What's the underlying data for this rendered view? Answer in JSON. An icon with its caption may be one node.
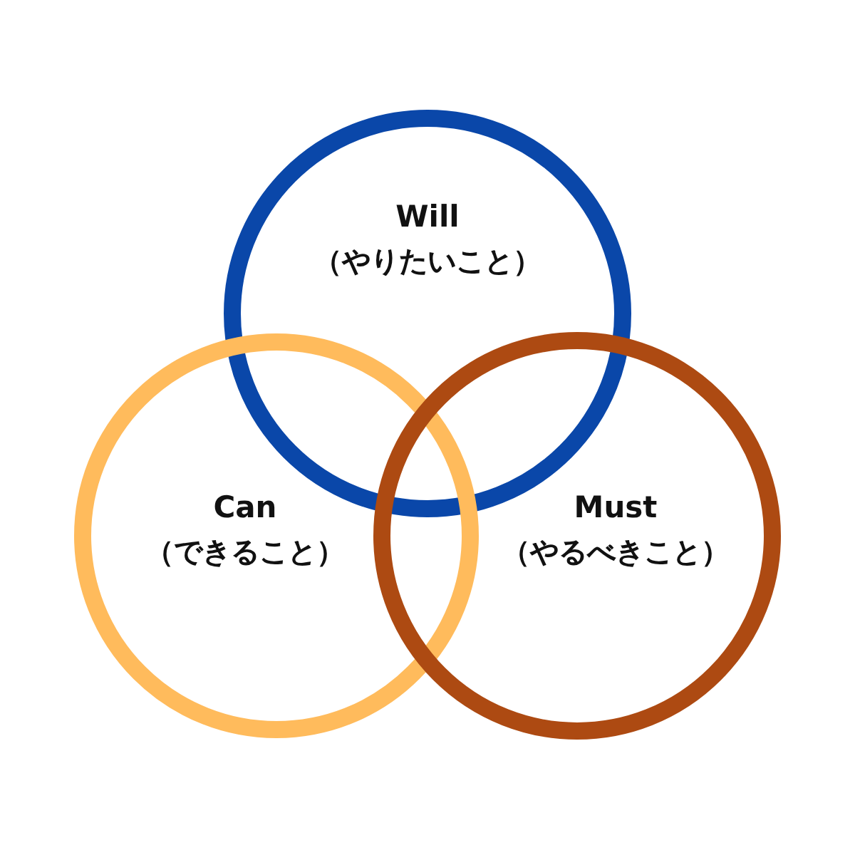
{
  "diagram": {
    "nodes": [
      {
        "text": [
          "Will",
          "（やりたいこと）"
        ]
      },
      {
        "text": [
          "Can",
          "（できること）"
        ]
      },
      {
        "text": [
          "Must",
          "（やるべきこと）"
        ]
      }
    ]
  }
}
